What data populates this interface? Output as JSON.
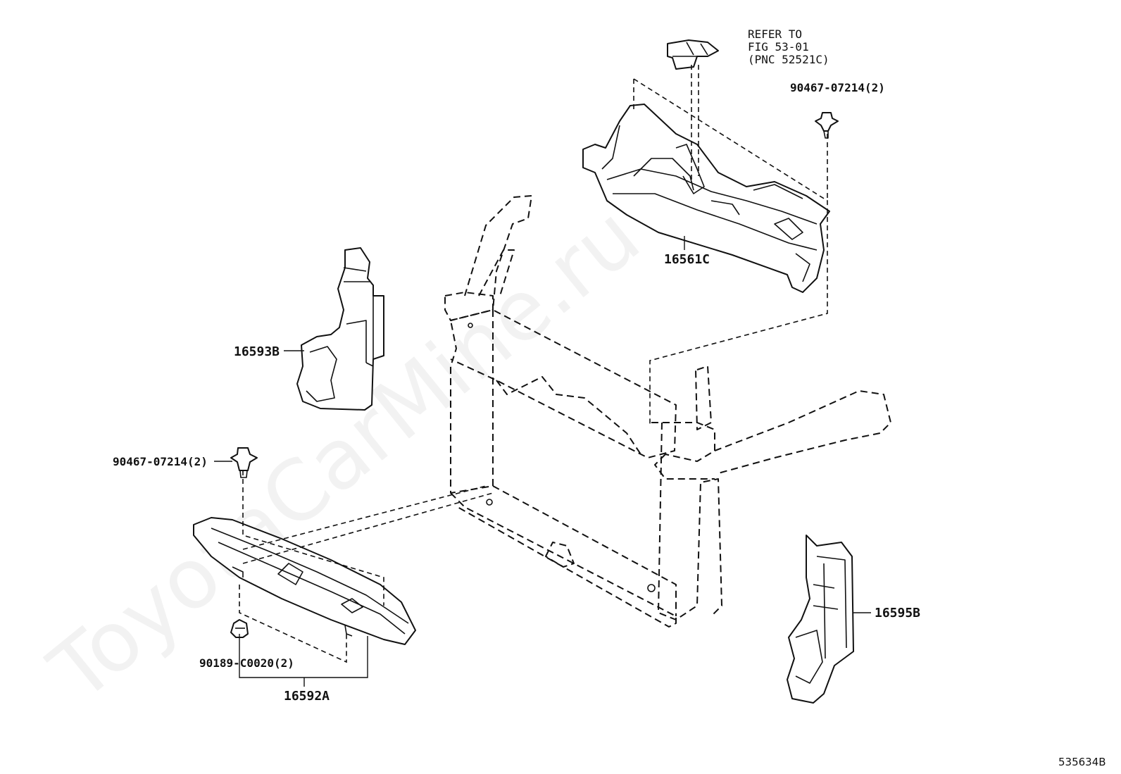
{
  "watermark": "ToyotaCarMine.ru",
  "illustration_id": "535634B",
  "reference_note": {
    "line1": "REFER TO",
    "line2": "FIG 53-01",
    "line3": "(PNC 52521C)"
  },
  "parts": {
    "upper_cover": "16561C",
    "left_seal": "16593B",
    "lower_cover": "16592A",
    "right_seal": "16595B",
    "clip_top_right": "90467-07214(2)",
    "clip_left": "90467-07214(2)",
    "clip_lower": "90189-C0020(2)"
  }
}
